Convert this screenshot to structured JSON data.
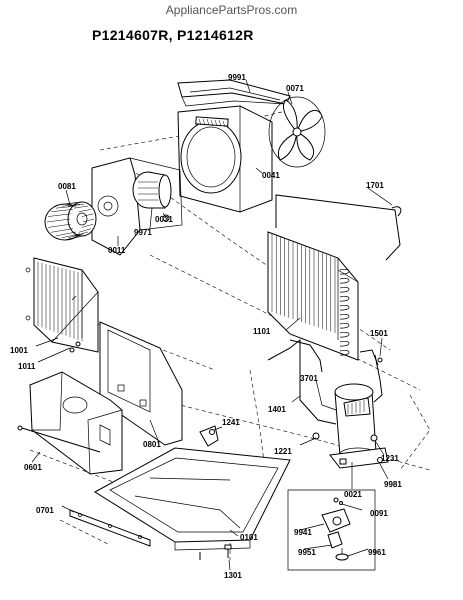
{
  "header": {
    "watermark": "AppliancePartsPros.com",
    "model_title": "P1214607R, P1214612R"
  },
  "parts": [
    {
      "id": "p9991",
      "label": "9991"
    },
    {
      "id": "p0071",
      "label": "0071"
    },
    {
      "id": "p0041",
      "label": "0041"
    },
    {
      "id": "p0081",
      "label": "0081"
    },
    {
      "id": "p0031",
      "label": "0031"
    },
    {
      "id": "p9971",
      "label": "9971"
    },
    {
      "id": "p0011",
      "label": "0011"
    },
    {
      "id": "p1701",
      "label": "1701"
    },
    {
      "id": "p1101",
      "label": "1101"
    },
    {
      "id": "p1501",
      "label": "1501"
    },
    {
      "id": "p1001",
      "label": "1001"
    },
    {
      "id": "p1011",
      "label": "1011"
    },
    {
      "id": "p3701",
      "label": "3701"
    },
    {
      "id": "p1401",
      "label": "1401"
    },
    {
      "id": "p0801",
      "label": "0801"
    },
    {
      "id": "p1241",
      "label": "1241"
    },
    {
      "id": "p1221",
      "label": "1221"
    },
    {
      "id": "p1231",
      "label": "1231"
    },
    {
      "id": "p0601",
      "label": "0601"
    },
    {
      "id": "p9981",
      "label": "9981"
    },
    {
      "id": "p0021",
      "label": "0021"
    },
    {
      "id": "p0701",
      "label": "0701"
    },
    {
      "id": "p0091",
      "label": "0091"
    },
    {
      "id": "p9941",
      "label": "9941"
    },
    {
      "id": "p0101",
      "label": "0101"
    },
    {
      "id": "p9951",
      "label": "9951"
    },
    {
      "id": "p9961",
      "label": "9961"
    },
    {
      "id": "p1301",
      "label": "1301"
    }
  ]
}
